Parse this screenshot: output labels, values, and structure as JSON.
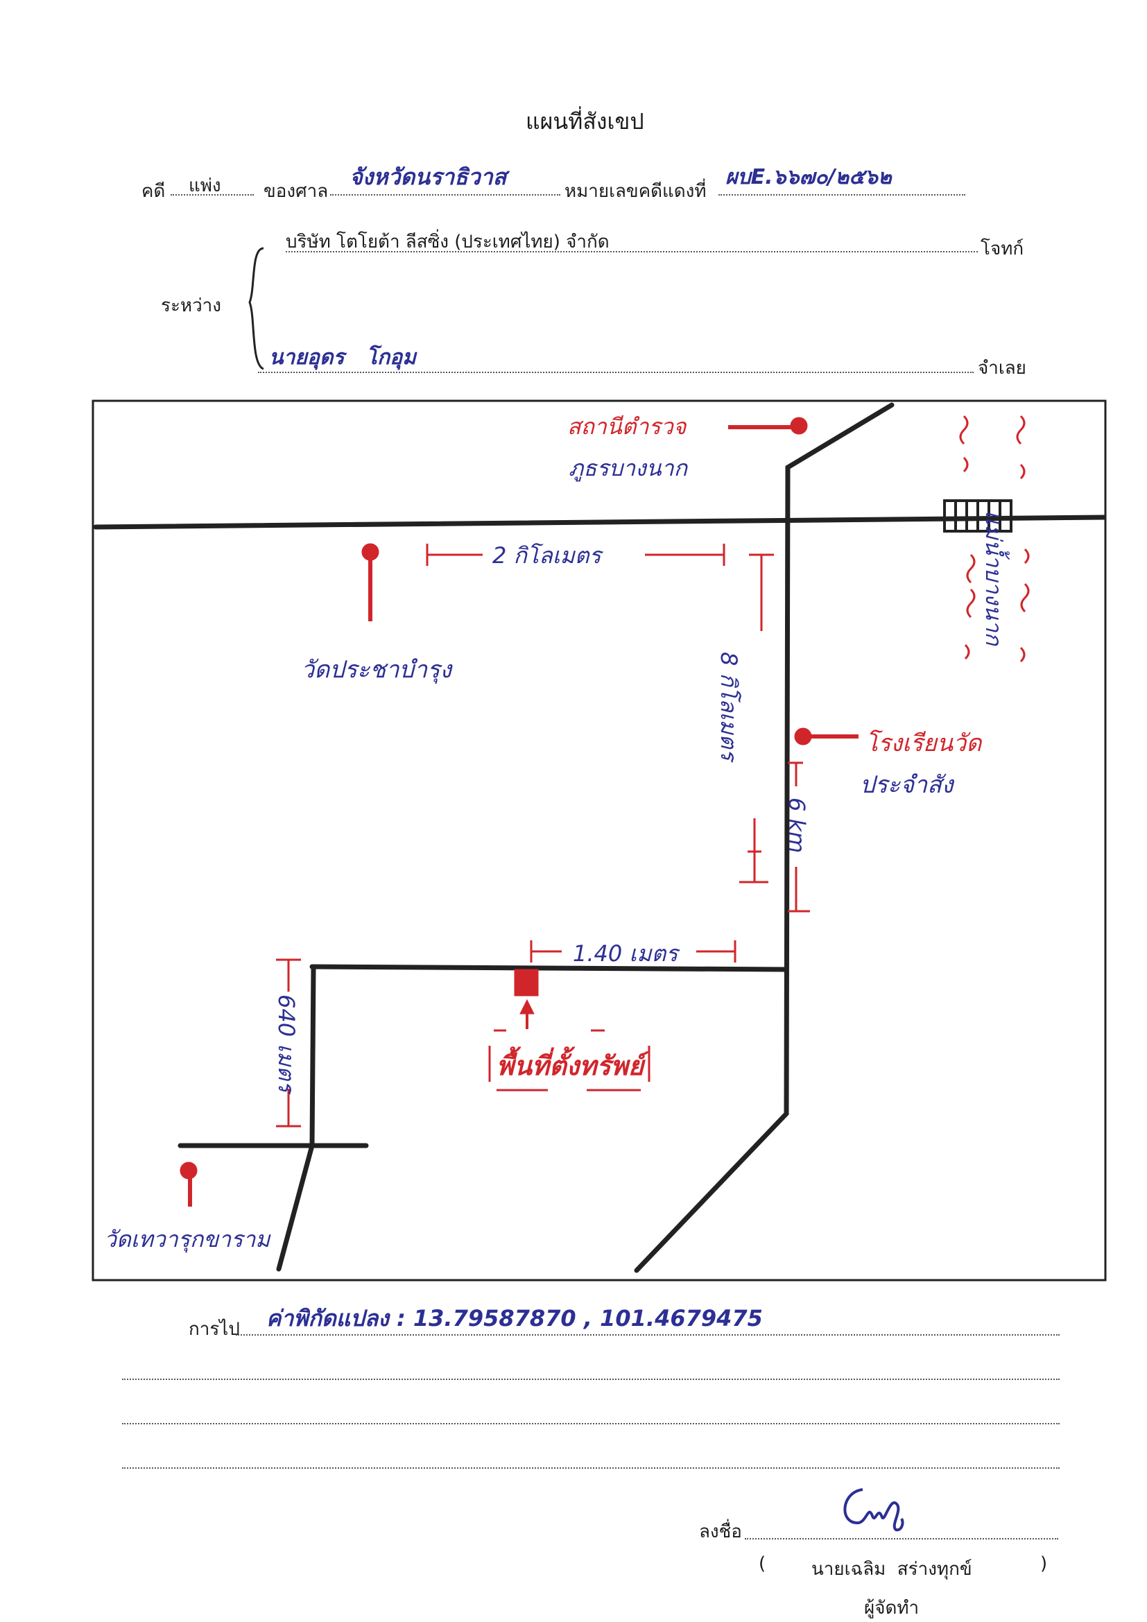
{
  "title": "แผนที่สังเขป",
  "header": {
    "case_label": "คดี",
    "case_type": "แพ่ง",
    "court_label": "ของศาล",
    "court_value": "จังหวัดนราธิวาส",
    "red_number_label": "หมายเลขคดีแดงที่",
    "red_number_value": "ผบE.๖๖๗๐/๒๕๖๒"
  },
  "parties": {
    "between_label": "ระหว่าง",
    "plaintiff_name": "บริษัท โตโยต้า ลีสซิ่ง (ประเทศไทย) จำกัด",
    "plaintiff_label": "โจทก์",
    "defendant_name": "นายอุดร   โกอุม",
    "defendant_label": "จำเลย"
  },
  "map": {
    "labels": {
      "police_station": [
        "สถานีตำรวจ",
        "ภูธรบางนาก"
      ],
      "temple_top": "วัดประชาบำรุง",
      "distance_2km": "2 กิโลเมตร",
      "distance_8km": "8 กิโลเมตร",
      "river": "แม่น้ำบางนาก",
      "school": [
        "โรงเรียนวัด",
        "ประจำสัง"
      ],
      "distance_6km": "6 km",
      "distance_140m": "1.40 เมตร",
      "distance_640m": "640 เมตร",
      "property": "พื้นที่ตั้งทรัพย์",
      "temple_bottom": "วัดเทวารุกขาราม"
    },
    "colors": {
      "road": "#222222",
      "marker": "#d0262b",
      "blue_ink": "#2c2f93",
      "red_ink": "#d0262b"
    }
  },
  "directions": {
    "label": "การไป",
    "coordinates": "ค่าพิกัดแปลง : 13.79587870 , 101.4679475"
  },
  "signature": {
    "label": "ลงชื่อ",
    "open_paren": "(",
    "name": "นายเฉลิม  สร่างทุกข์",
    "close_paren": ")",
    "role": "ผู้จัดทำ"
  }
}
